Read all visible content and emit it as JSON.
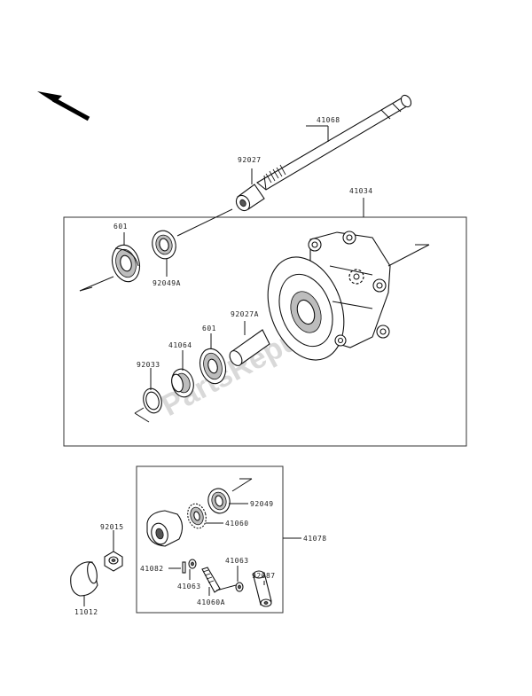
{
  "watermark": "PartsRepublik",
  "labels": {
    "p41068": "41068",
    "p92027": "92027",
    "p41034": "41034",
    "p601a": "601",
    "p92049a": "92049A",
    "p92027a": "92027A",
    "p601b": "601",
    "p41064": "41064",
    "p92033": "92033",
    "p92015": "92015",
    "p11012": "11012",
    "p92049": "92049",
    "p41060": "41060",
    "p41078": "41078",
    "p41082": "41082",
    "p41063a": "41063",
    "p41063b": "41063",
    "p41060a": "41060A",
    "p92087": "92087"
  }
}
